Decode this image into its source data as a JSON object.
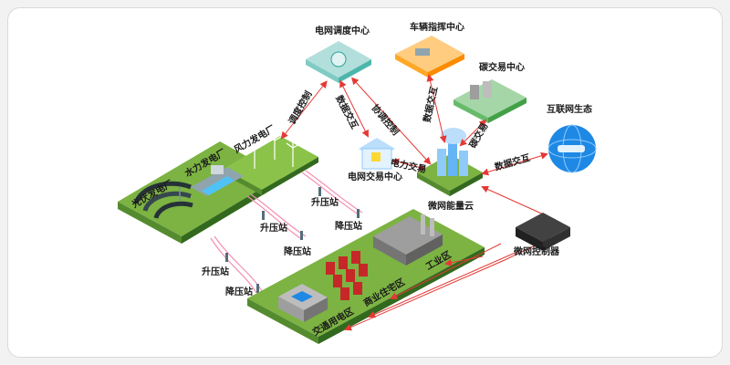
{
  "nodes": {
    "grid_dispatch_center": "电网调度中心",
    "vehicle_command_center": "车辆指挥中心",
    "carbon_trading_center": "碳交易中心",
    "internet_ecosystem": "互联网生态",
    "grid_trading_center": "电网交易中心",
    "microgrid_energy_cloud": "微网能量云",
    "microgrid_controller": "微网控制器",
    "pv_plant": "光伏发电厂",
    "hydro_plant": "水力发电厂",
    "wind_plant": "风力发电厂",
    "industrial_zone": "工业区",
    "commercial_residential_zone": "商业住宅区",
    "transport_zone": "交通用电区"
  },
  "links": {
    "dispatch_control": "调度控制",
    "data_exchange_1": "数据交互",
    "coordination_control": "协调控制",
    "data_exchange_2": "数据交互",
    "carbon_trading": "碳交易",
    "data_exchange_3": "数据交互",
    "power_trading": "电力交易"
  },
  "stations": {
    "step_up_1": "升压站",
    "step_down_1": "降压站",
    "step_up_2": "升压站",
    "step_down_2": "降压站",
    "step_up_3": "升压站",
    "step_down_3": "降压站"
  },
  "colors": {
    "ground_green": "#7cb342",
    "ground_dark": "#558b2f",
    "arrow_red": "#e53935",
    "line_pink": "#f48fb1",
    "building_blue": "#90caf9"
  }
}
